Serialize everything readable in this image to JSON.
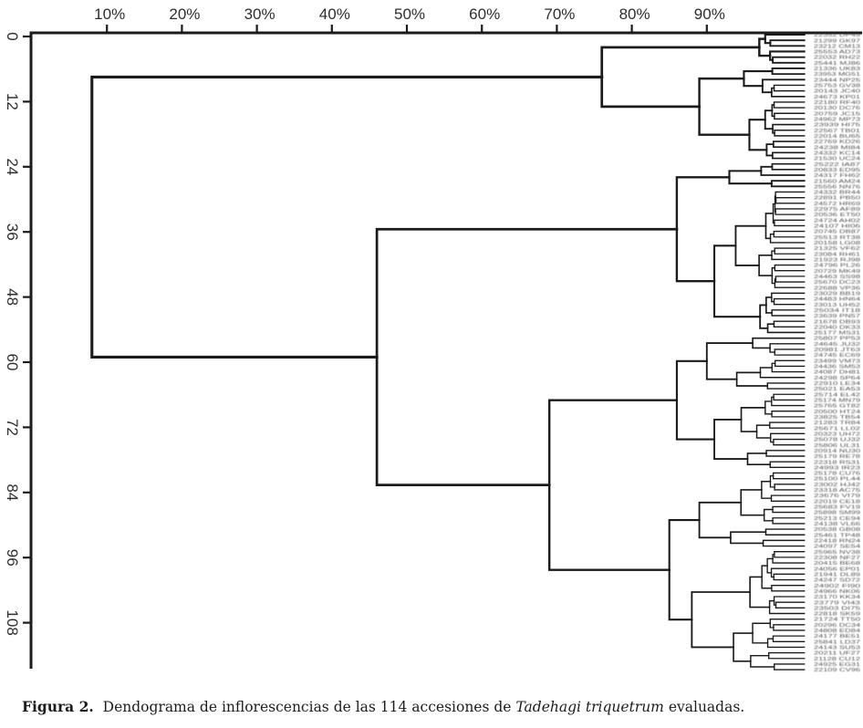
{
  "figure": {
    "caption": {
      "label": "Figura 2.",
      "text_before_species": "  Dendograma de inflorescencias de las 114 accesiones de ",
      "species": "Tadehagi triquetrum",
      "text_after_species": " evaluadas."
    }
  },
  "colors": {
    "line": "#1b1b1b",
    "axis_text": "#2e2e2e",
    "leaf_label_text": "#3a3a3a"
  },
  "chart_data": {
    "type": "dendrogram",
    "title": "",
    "orientation": "root-left-leaves-right",
    "n_leaves": 114,
    "leaf_labels_note": "114 tiny accession-code labels along the right edge, illegible at this resolution",
    "similarity_axis": {
      "position": "top",
      "tick_labels": [
        "10%",
        "20%",
        "30%",
        "40%",
        "50%",
        "60%",
        "70%",
        "80%",
        "90%"
      ],
      "tick_values": [
        10,
        20,
        30,
        40,
        50,
        60,
        70,
        80,
        90
      ],
      "range_pct": [
        0,
        103
      ]
    },
    "leaf_index_axis": {
      "position": "left",
      "tick_values": [
        0,
        12,
        24,
        36,
        48,
        60,
        72,
        84,
        96,
        108
      ],
      "rotated_labels": true,
      "range": [
        0,
        114
      ]
    },
    "structure": {
      "join_pct": 8,
      "children": [
        {
          "name": "cluster-1",
          "join_pct": 76,
          "children": [
            {
              "join_pct": 97,
              "leaves": 6
            },
            {
              "join_pct": 89,
              "leaves": 17
            }
          ]
        },
        {
          "join_pct": 46,
          "children": [
            {
              "name": "cluster-2",
              "join_pct": 86,
              "children": [
                {
                  "join_pct": 93,
                  "leaves": 5
                },
                {
                  "join_pct": 91,
                  "leaves": 26
                }
              ]
            },
            {
              "join_pct": 69,
              "children": [
                {
                  "name": "cluster-3",
                  "join_pct": 86,
                  "children": [
                    {
                      "join_pct": 90,
                      "leaves": 10
                    },
                    {
                      "join_pct": 91,
                      "leaves": 14
                    }
                  ]
                },
                {
                  "name": "cluster-4",
                  "join_pct": 85,
                  "children": [
                    {
                      "join_pct": 89,
                      "leaves": 14
                    },
                    {
                      "join_pct": 88,
                      "leaves": 22
                    }
                  ]
                }
              ]
            }
          ]
        }
      ]
    }
  }
}
